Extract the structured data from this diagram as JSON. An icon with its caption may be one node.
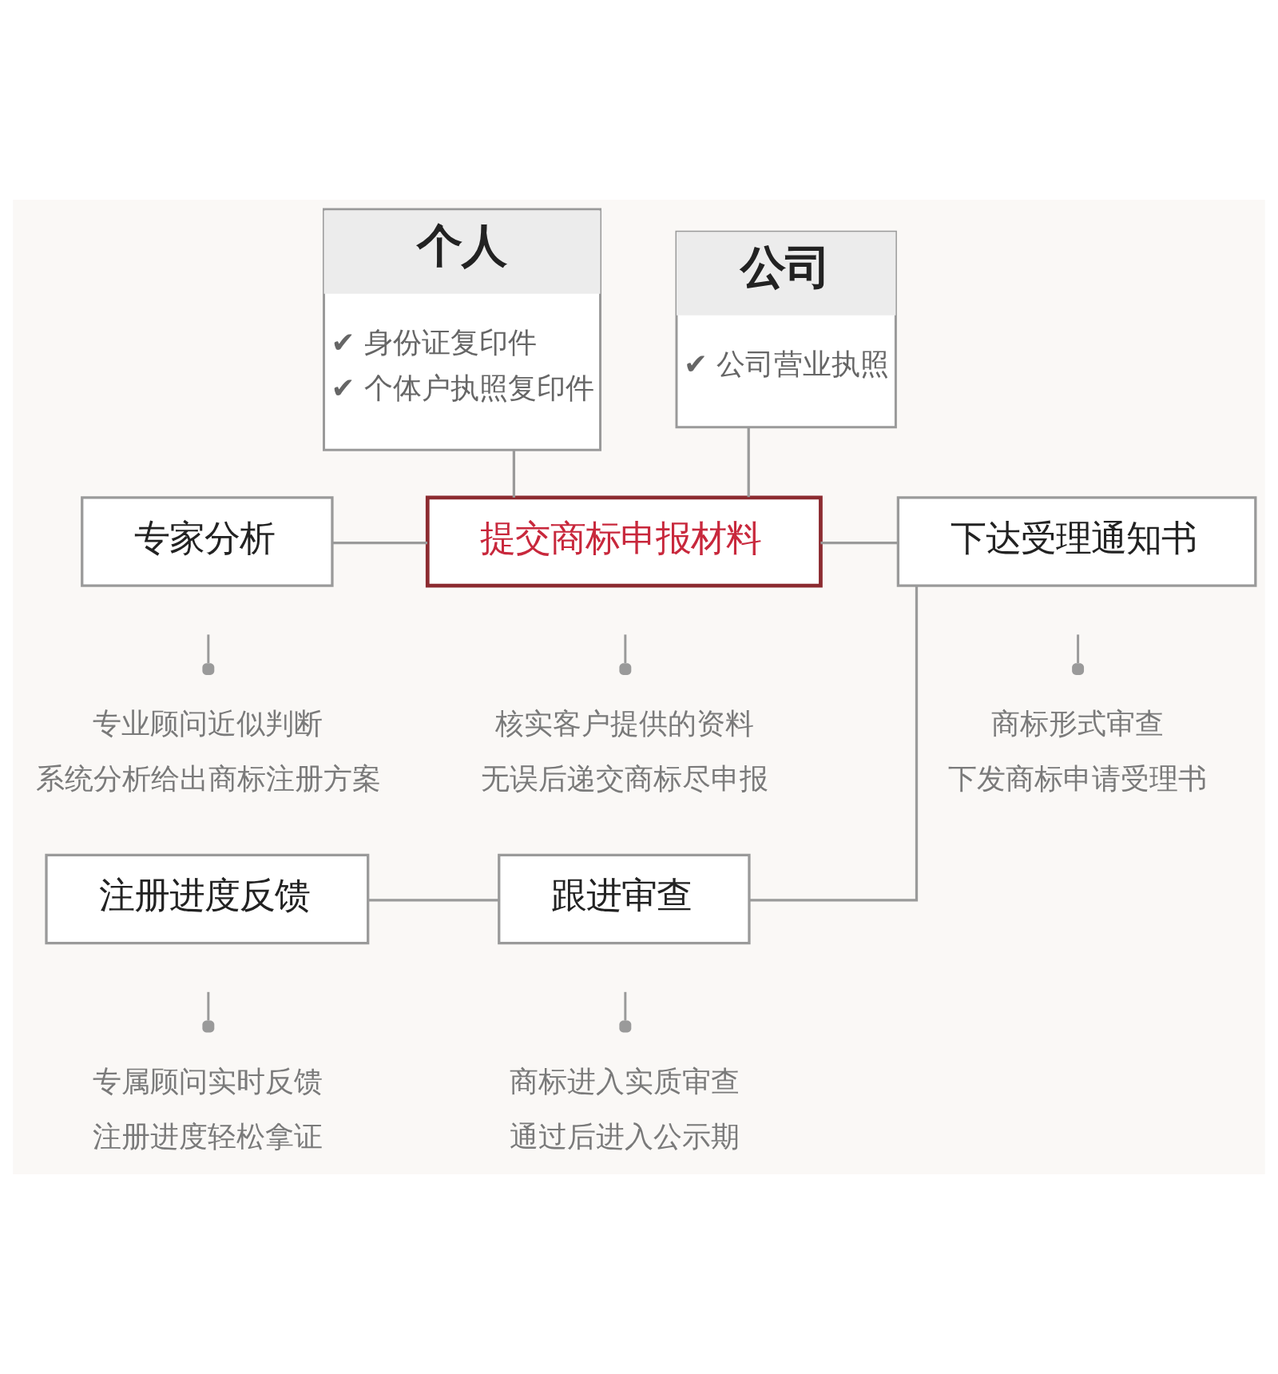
{
  "diagram": {
    "nodes": [
      {
        "text": [
          "个人",
          "✔ 身份证复印件",
          "✔ 个体户执照复印件"
        ]
      },
      {
        "text": [
          "公司",
          "✔ 公司营业执照"
        ]
      },
      {
        "text": [
          "专家分析"
        ],
        "beside": [
          "专业顾问近似判断",
          "系统分析给出商标注册方案"
        ]
      },
      {
        "text": [
          "提交商标申报材料"
        ],
        "beside": [
          "核实客户提供的资料",
          "无误后递交商标尽申报"
        ]
      },
      {
        "text": [
          "下达受理通知书"
        ],
        "beside": [
          "商标形式审查",
          "下发商标申请受理书"
        ]
      },
      {
        "text": [
          "注册进度反馈"
        ],
        "beside": [
          "专属顾问实时反馈",
          "注册进度轻松拿证"
        ]
      },
      {
        "text": [
          "跟进审查"
        ],
        "beside": [
          "商标进入实质审查",
          "通过后进入公示期"
        ]
      }
    ],
    "edges": [
      {
        "from": 0,
        "to": 3,
        "arrow": "none"
      },
      {
        "from": 1,
        "to": 3,
        "arrow": "none"
      },
      {
        "from": 2,
        "to": 3,
        "arrow": "none"
      },
      {
        "from": 3,
        "to": 4,
        "arrow": "none"
      },
      {
        "from": 4,
        "to": 6,
        "arrow": "none"
      },
      {
        "from": 5,
        "to": 6,
        "arrow": "none"
      }
    ]
  }
}
